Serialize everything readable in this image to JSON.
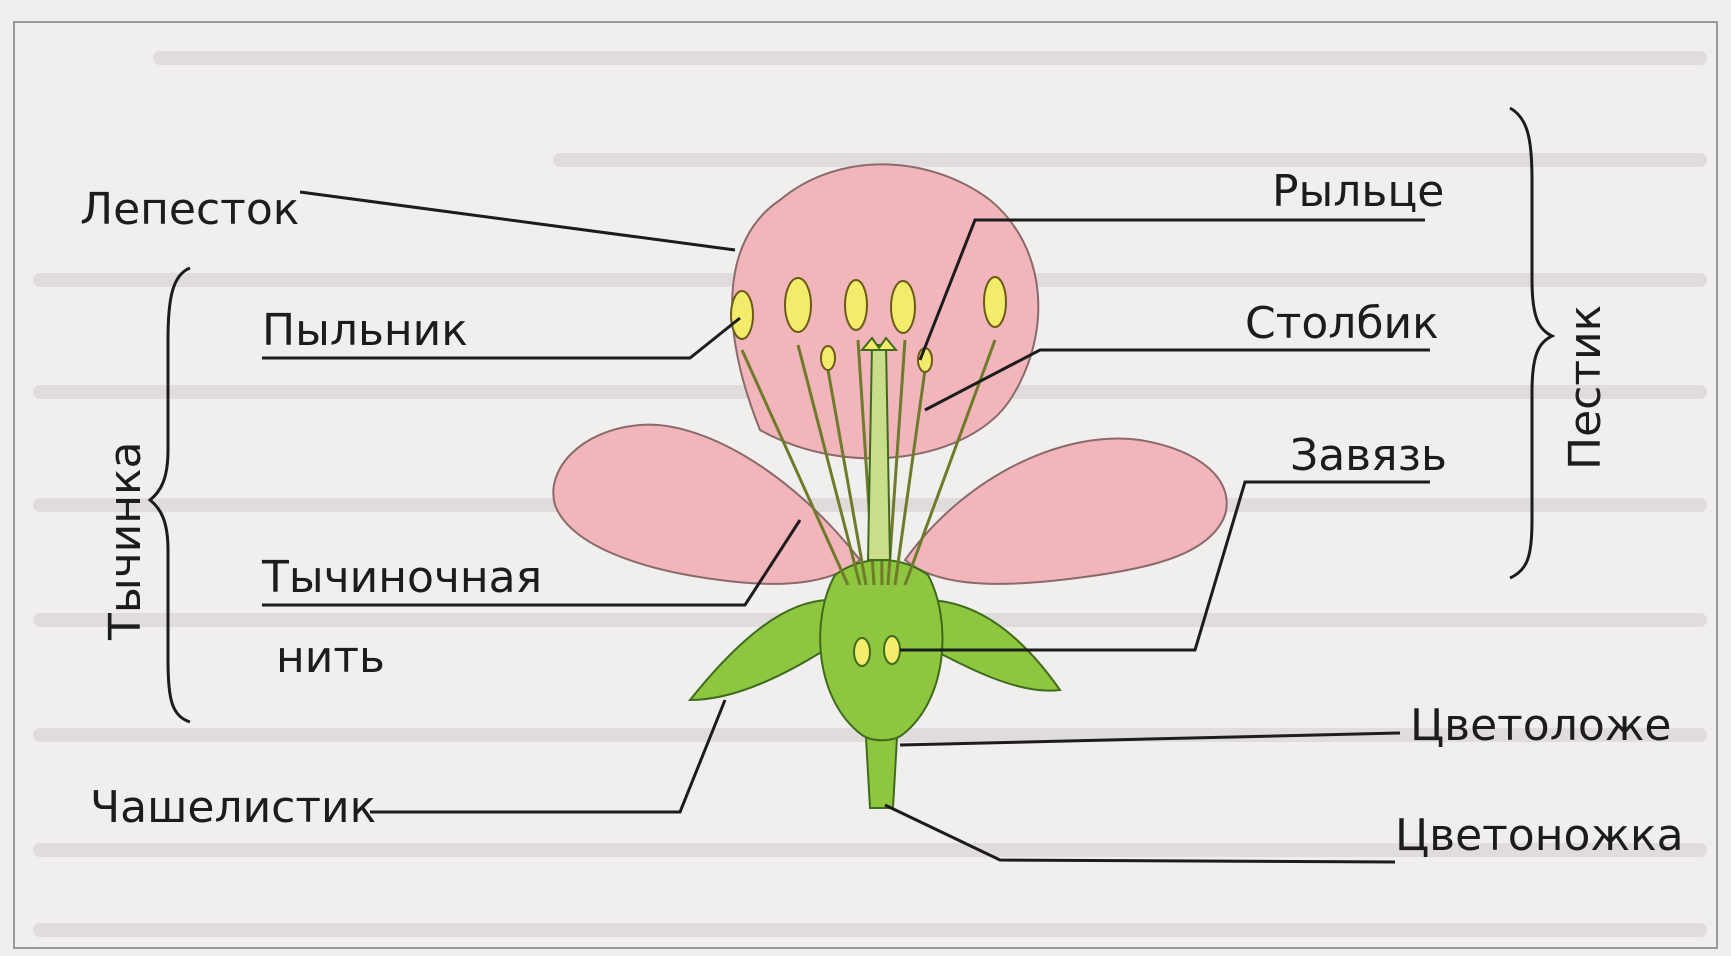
{
  "diagram": {
    "labels_left": {
      "petal": "Лепесток",
      "anther": "Пыльник",
      "filament_line1": "Тычиночная",
      "filament_line2": "нить",
      "sepal": "Чашелистик"
    },
    "labels_right": {
      "stigma": "Рыльце",
      "style": "Столбик",
      "ovary": "Завязь",
      "receptacle": "Цветоложе",
      "pedicel": "Цветоножка"
    },
    "group_labels": {
      "stamen": "Тычинка",
      "pistil": "Пестик"
    }
  },
  "colors": {
    "petal_fill": "#f2b5bb",
    "petal_stroke": "#8a6a6a",
    "green_fill": "#8ec63f",
    "green_stroke": "#3f6b1c",
    "anther_fill": "#f3ec6a",
    "line": "#1c1c1c",
    "background": "#f1eeee"
  }
}
